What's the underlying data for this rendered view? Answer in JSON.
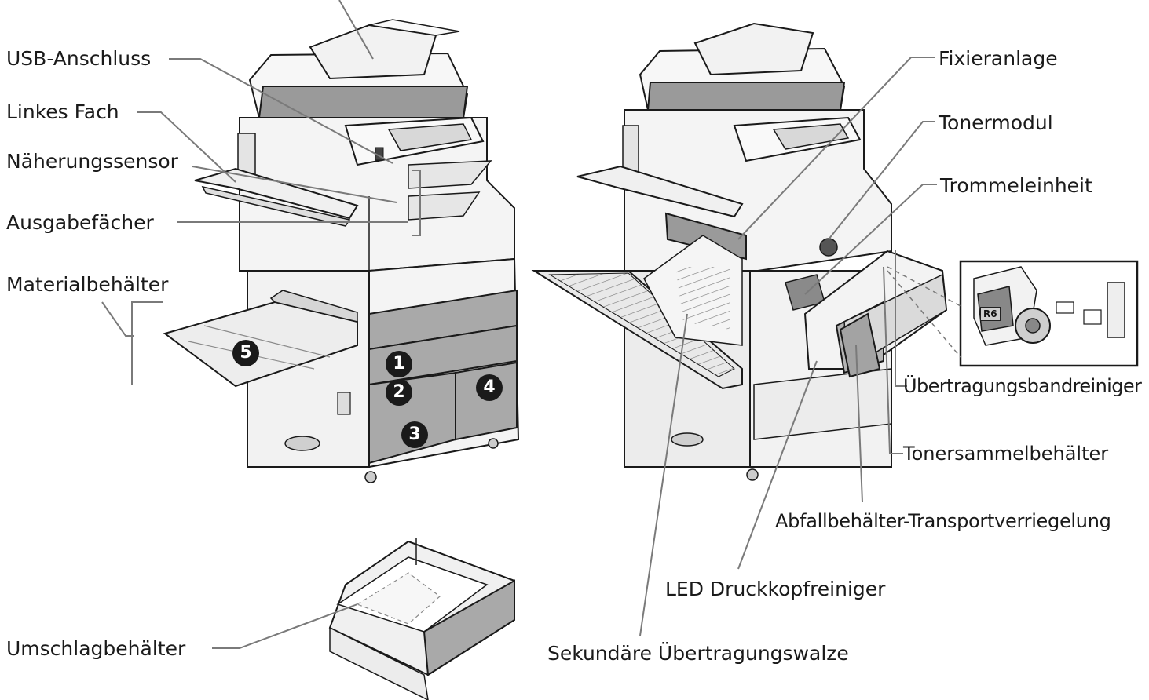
{
  "labels": {
    "usb_port": "USB-Anschluss",
    "left_tray": "Linkes Fach",
    "proximity_sensor": "Näherungssensor",
    "output_trays": "Ausgabefächer",
    "material_tray": "Materialbehälter",
    "envelope_tray": "Umschlagbehälter",
    "fuser": "Fixieranlage",
    "toner_module": "Tonermodul",
    "drum_unit": "Trommeleinheit",
    "transfer_belt_cleaner": "Übertragungsbandreiniger",
    "waste_toner_container": "Tonersammelbehälter",
    "waste_container_transport_lock": "Abfallbehälter-Transportverriegelung",
    "led_printhead_cleaner": "LED Druckkopfreiniger",
    "second_bias_transfer_roll": "Sekundäre Übertragungswalze"
  },
  "tray_numbers": [
    "1",
    "2",
    "3",
    "4",
    "5"
  ],
  "inset": {
    "part_code": "R6"
  },
  "colors": {
    "outline": "#1a1a1a",
    "leader_line": "#7a7a7a",
    "panel_light": "#f2f2f2",
    "panel_mid": "#cfcfcf",
    "panel_dark": "#8c8c8c",
    "tray_fill": "#a9a9a9"
  }
}
